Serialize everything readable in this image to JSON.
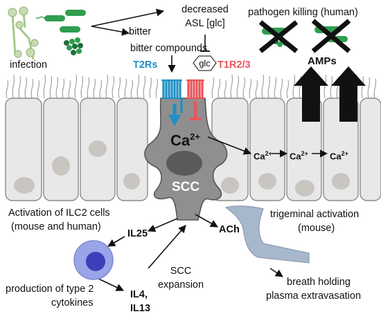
{
  "labels": {
    "infection": "infection",
    "bitter_compounds": "bitter compounds",
    "decreased_asl_line1": "decreased",
    "decreased_asl_line2": "ASL [glc]",
    "glc": "glc",
    "t2rs": "T2Rs",
    "t1r2_3": "T1R2/3",
    "pathogen_killing": "pathogen killing (human)",
    "amps": "AMPs",
    "ca_main": "Ca",
    "ca_main_sup": "2+",
    "ca_small": "Ca",
    "ca_small_sup": "2+",
    "scc": "SCC",
    "ilc2_line1": "Activation of ILC2 cells",
    "ilc2_line2": "(mouse and human)",
    "il25": "IL25",
    "ach": "ACh",
    "trigeminal_line1": "trigeminal activation",
    "trigeminal_line2": "(mouse)",
    "scc_expansion_line1": "SCC",
    "scc_expansion_line2": "expansion",
    "type2_line1": "production of type 2",
    "type2_line2": "cytokines",
    "il4": "IL4,",
    "il13": "IL13",
    "breath_line1": "breath holding",
    "breath_line2": "plasma extravasation"
  },
  "colors": {
    "t2r_blue": "#1f8fc4",
    "t1r_red": "#e8555a",
    "cell_fill": "#e8e8e8",
    "cell_stroke": "#8a8a8a",
    "scc_fill": "#8f8f8f",
    "nucleus": "#c9c5c1",
    "scc_nucleus": "#5a5a5a",
    "bacteria_green": "#2f9e4f",
    "fungus_green": "#a8c98a",
    "ilc2_outer": "#9aa5e8",
    "ilc2_inner": "#3b3fb8",
    "neuron": "#a8b8cc",
    "arrow": "#111111"
  },
  "icons": [
    "fungus-icon",
    "bacteria-icon",
    "receptor-icon",
    "immune-cell-icon",
    "neuron-icon"
  ]
}
